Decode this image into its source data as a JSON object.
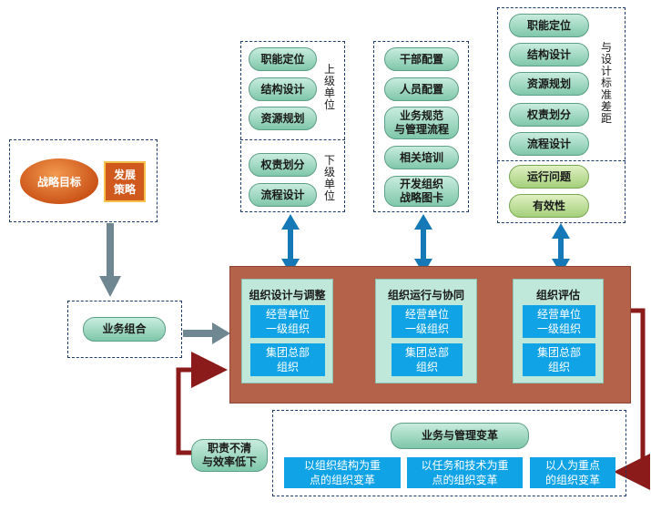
{
  "strategy": {
    "goal": "战略目标",
    "plan": "发展\n策略"
  },
  "portfolio": {
    "label": "业务组合"
  },
  "upper_group": {
    "items": [
      "职能定位",
      "结构设计",
      "资源规划"
    ],
    "side_label": "上级单位"
  },
  "lower_group": {
    "items": [
      "权责划分",
      "流程设计"
    ],
    "side_label": "下级单位"
  },
  "middle_group": {
    "items": [
      "干部配置",
      "人员配置",
      "业务规范\n与管理流程",
      "相关培训",
      "开发组织\n战略图卡"
    ]
  },
  "right_group": {
    "items": [
      "职能定位",
      "结构设计",
      "资源规划",
      "权责划分",
      "流程设计"
    ],
    "side_label": "与设计标准差距",
    "green_items": [
      "运行问题",
      "有效性"
    ]
  },
  "stages": [
    {
      "title": "组织设计与调整",
      "box1": "经营单位\n一级组织",
      "box2": "集团总部\n组织"
    },
    {
      "title": "组织运行与协同",
      "box1": "经营单位\n一级组织",
      "box2": "集团总部\n组织"
    },
    {
      "title": "组织评估",
      "box1": "经营单位\n一级组织",
      "box2": "集团总部\n组织"
    }
  ],
  "reform": {
    "title": "业务与管理变革",
    "items": [
      "以组织结构为重\n点的组织变革",
      "以任务和技术为重\n点的组织变革",
      "以人为重点\n的组织变革"
    ]
  },
  "feedback": {
    "label": "职责不清\n与效率低下"
  },
  "colors": {
    "teal": "#bfe7da",
    "blue": "#10a3e6",
    "brown": "#b5624a",
    "dark_red": "#8b1a1a",
    "gray_arrow": "#6f8791",
    "arrow_blue": "#1579b8"
  }
}
